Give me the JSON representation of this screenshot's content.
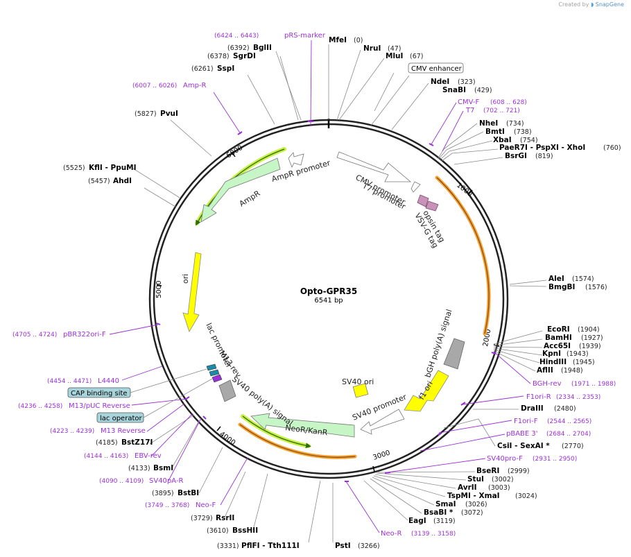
{
  "credit": {
    "prefix": "Created by",
    "brand": "SnapGene"
  },
  "plasmid": {
    "name": "Opto-GPR35",
    "length_label": "6541 bp",
    "length": 6541
  },
  "ticks": [
    "1000",
    "2000",
    "3000",
    "4000",
    "5000",
    "6000"
  ],
  "colors": {
    "primer": "#9b30d9",
    "amp": "#c6f5c6",
    "ori": "#ffff00",
    "grey": "#a8a8a8",
    "orange": "#f5a030",
    "green_hl": "#c8f040"
  },
  "sites": [
    {
      "name": "MfeI",
      "pos": "(0)"
    },
    {
      "name": "NruI",
      "pos": "(47)"
    },
    {
      "name": "MluI",
      "pos": "(67)"
    },
    {
      "name": "NdeI",
      "pos": "(323)"
    },
    {
      "name": "SnaBI",
      "pos": "(429)"
    },
    {
      "name": "NheI",
      "pos": "(734)"
    },
    {
      "name": "BmtI",
      "pos": "(738)"
    },
    {
      "name": "XbaI",
      "pos": "(754)"
    },
    {
      "name": "PaeR7I - PspXI - XhoI",
      "pos": "(760)"
    },
    {
      "name": "BsrGI",
      "pos": "(819)"
    },
    {
      "name": "AleI",
      "pos": "(1574)"
    },
    {
      "name": "BmgBI",
      "pos": "(1576)"
    },
    {
      "name": "EcoRI",
      "pos": "(1904)"
    },
    {
      "name": "BamHI",
      "pos": "(1927)"
    },
    {
      "name": "Acc65I",
      "pos": "(1939)"
    },
    {
      "name": "KpnI",
      "pos": "(1943)"
    },
    {
      "name": "HindIII",
      "pos": "(1945)"
    },
    {
      "name": "AflII",
      "pos": "(1948)"
    },
    {
      "name": "DraIII",
      "pos": "(2480)"
    },
    {
      "name": "CsiI - SexAI *",
      "pos": "(2770)"
    },
    {
      "name": "BseRI",
      "pos": "(2999)"
    },
    {
      "name": "StuI",
      "pos": "(3002)"
    },
    {
      "name": "AvrII",
      "pos": "(3003)"
    },
    {
      "name": "TspMI - XmaI",
      "pos": "(3024)"
    },
    {
      "name": "SmaI",
      "pos": "(3026)"
    },
    {
      "name": "BsaBI *",
      "pos": "(3072)"
    },
    {
      "name": "EagI",
      "pos": "(3119)"
    },
    {
      "name": "PstI",
      "pos": "(3266)"
    },
    {
      "name": "PflFI - Tth111I",
      "pos": "(3331)"
    },
    {
      "name": "BssHII",
      "pos": "(3610)"
    },
    {
      "name": "RsrII",
      "pos": "(3729)"
    },
    {
      "name": "BstBI",
      "pos": "(3895)"
    },
    {
      "name": "BsmI",
      "pos": "(4133)"
    },
    {
      "name": "BstZ17I",
      "pos": "(4185)"
    },
    {
      "name": "AhdI",
      "pos": "(5457)"
    },
    {
      "name": "KflI - PpuMI",
      "pos": "(5525)"
    },
    {
      "name": "PvuI",
      "pos": "(5827)"
    },
    {
      "name": "SspI",
      "pos": "(6261)"
    },
    {
      "name": "SgrDI",
      "pos": "(6378)"
    },
    {
      "name": "BglII",
      "pos": "(6392)"
    }
  ],
  "primers": [
    {
      "name": "pRS-marker",
      "range": "(6424 .. 6443)"
    },
    {
      "name": "Amp-R",
      "range": "(6007 .. 6026)"
    },
    {
      "name": "CMV-F",
      "range": "(608 .. 628)"
    },
    {
      "name": "T7",
      "range": "(702 .. 721)"
    },
    {
      "name": "BGH-rev",
      "range": "(1971 .. 1988)"
    },
    {
      "name": "F1ori-R",
      "range": "(2334 .. 2353)"
    },
    {
      "name": "F1ori-F",
      "range": "(2544 .. 2565)"
    },
    {
      "name": "pBABE 3'",
      "range": "(2684 .. 2704)"
    },
    {
      "name": "SV40pro-F",
      "range": "(2931 .. 2950)"
    },
    {
      "name": "Neo-R",
      "range": "(3139 .. 3158)"
    },
    {
      "name": "Neo-F",
      "range": "(3749 .. 3768)"
    },
    {
      "name": "SV40pA-R",
      "range": "(4090 .. 4109)"
    },
    {
      "name": "EBV-rev",
      "range": "(4144 .. 4163)"
    },
    {
      "name": "M13 Reverse",
      "range": "(4223 .. 4239)"
    },
    {
      "name": "M13/pUC Reverse",
      "range": "(4236 .. 4258)"
    },
    {
      "name": "L4440",
      "range": "(4454 .. 4471)"
    },
    {
      "name": "pBR322ori-F",
      "range": "(4705 .. 4724)"
    }
  ],
  "boxes": [
    {
      "name": "CMV enhancer"
    },
    {
      "name": "CAP binding site"
    },
    {
      "name": "lac operator"
    }
  ],
  "features": [
    {
      "name": "CMV promoter"
    },
    {
      "name": "T7 promoter"
    },
    {
      "name": "opsin tag"
    },
    {
      "name": "VSV-G tag"
    },
    {
      "name": "bGH poly(A) signal"
    },
    {
      "name": "f1 ori"
    },
    {
      "name": "SV40 promoter"
    },
    {
      "name": "SV40 ori"
    },
    {
      "name": "NeoR/KanR"
    },
    {
      "name": "SV40 poly(A) signal"
    },
    {
      "name": "M13 rev"
    },
    {
      "name": "lac promoter"
    },
    {
      "name": "ori"
    },
    {
      "name": "AmpR"
    },
    {
      "name": "AmpR promoter"
    }
  ]
}
